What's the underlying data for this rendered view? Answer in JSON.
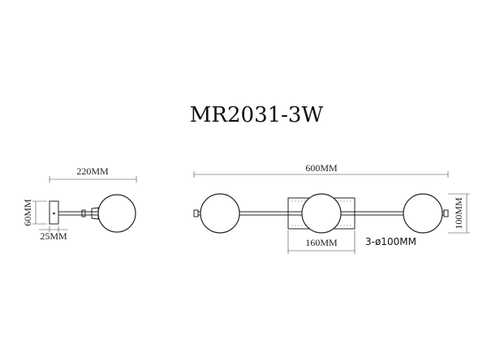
{
  "title": "MR2031-3W",
  "dimensions": {
    "side_width": "220MM",
    "side_height": "60MM",
    "side_base": "25MM",
    "front_width": "600MM",
    "front_height": "100MM",
    "front_plate": "160MM",
    "globes": "3-ø100MM"
  }
}
